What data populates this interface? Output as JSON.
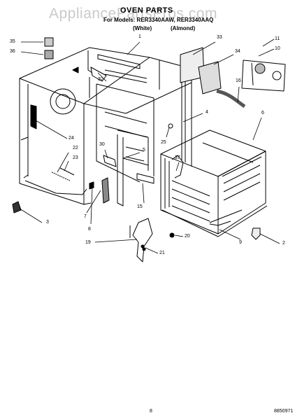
{
  "header": {
    "watermark": "AppliancePartsPros.com",
    "title": "OVEN PARTS",
    "models": "For Models: RER3340AAW, RER3340AAQ",
    "color_white": "(White)",
    "color_almond": "(Almond)"
  },
  "callouts": [
    "1",
    "2",
    "3",
    "4",
    "5",
    "6",
    "7",
    "8",
    "9",
    "10",
    "11",
    "15",
    "16",
    "19",
    "20",
    "21",
    "22",
    "23",
    "24",
    "25",
    "30",
    "32",
    "33",
    "34",
    "35",
    "36",
    "37"
  ],
  "footer": {
    "page_number": "8",
    "doc_number": "8850971"
  }
}
